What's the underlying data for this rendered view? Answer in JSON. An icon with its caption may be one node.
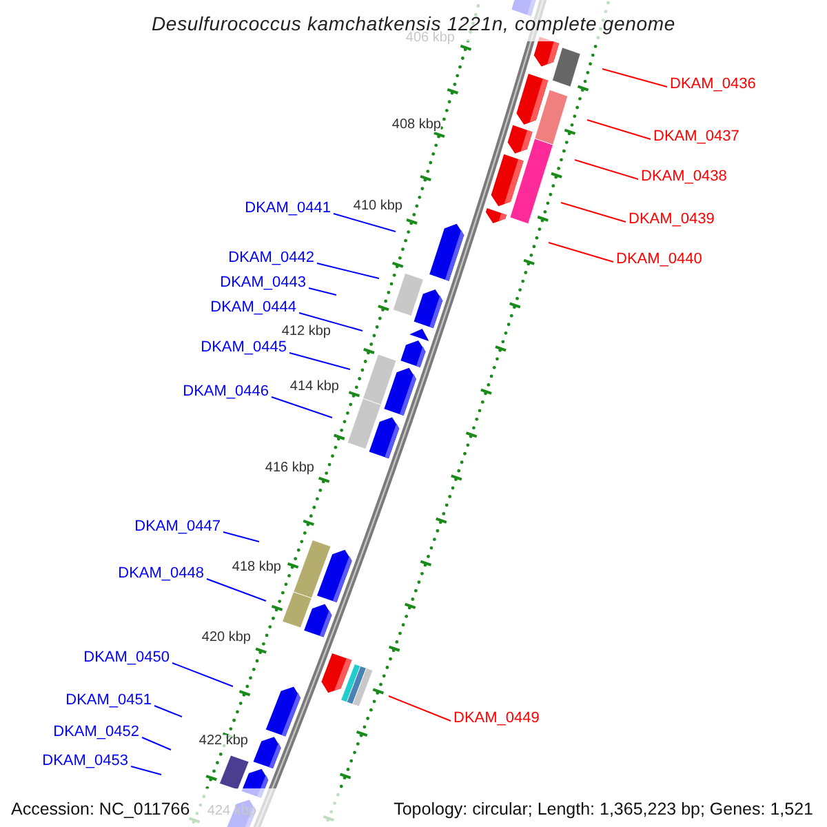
{
  "diagram": {
    "title": "Desulfurococcus kamchatkensis 1221n, complete genome",
    "nodes": [
      {
        "text": [
          "DKAM_0436"
        ]
      },
      {
        "text": [
          "DKAM_0437"
        ]
      },
      {
        "text": [
          "DKAM_0438"
        ]
      },
      {
        "text": [
          "DKAM_0439"
        ]
      },
      {
        "text": [
          "DKAM_0440"
        ]
      },
      {
        "text": [
          "DKAM_0441"
        ]
      },
      {
        "text": [
          "DKAM_0442"
        ]
      },
      {
        "text": [
          "DKAM_0443"
        ]
      },
      {
        "text": [
          "DKAM_0444"
        ]
      },
      {
        "text": [
          "DKAM_0445"
        ]
      },
      {
        "text": [
          "DKAM_0446"
        ]
      },
      {
        "text": [
          "DKAM_0447"
        ]
      },
      {
        "text": [
          "DKAM_0448"
        ]
      },
      {
        "text": [
          "DKAM_0449"
        ]
      },
      {
        "text": [
          "DKAM_0450"
        ]
      },
      {
        "text": [
          "DKAM_0451"
        ]
      },
      {
        "text": [
          "DKAM_0452"
        ]
      },
      {
        "text": [
          "DKAM_0453"
        ]
      }
    ],
    "edges": [
      {
        "from": 0,
        "to": null,
        "arrow": "none",
        "color": "#ff0000"
      },
      {
        "from": 1,
        "to": null,
        "arrow": "none",
        "color": "#ff0000"
      },
      {
        "from": 2,
        "to": null,
        "arrow": "none",
        "color": "#ff0000"
      },
      {
        "from": 3,
        "to": null,
        "arrow": "none",
        "color": "#ff0000"
      },
      {
        "from": 4,
        "to": null,
        "arrow": "none",
        "color": "#ff0000"
      },
      {
        "from": 5,
        "to": null,
        "arrow": "none"
      },
      {
        "from": 6,
        "to": null,
        "arrow": "none"
      },
      {
        "from": 7,
        "to": null,
        "arrow": "none"
      },
      {
        "from": 8,
        "to": null,
        "arrow": "none"
      },
      {
        "from": 9,
        "to": null,
        "arrow": "none"
      },
      {
        "from": 10,
        "to": null,
        "arrow": "none"
      },
      {
        "from": 11,
        "to": null,
        "arrow": "none"
      },
      {
        "from": 12,
        "to": null,
        "arrow": "none"
      },
      {
        "from": 13,
        "to": null,
        "arrow": "none",
        "color": "#ff0000"
      },
      {
        "from": 14,
        "to": null,
        "arrow": "none"
      },
      {
        "from": 15,
        "to": null,
        "arrow": "none"
      },
      {
        "from": 16,
        "to": null,
        "arrow": "none"
      },
      {
        "from": 17,
        "to": null,
        "arrow": "none"
      }
    ],
    "labels": [
      "406 kbp",
      "408 kbp",
      "410 kbp",
      "412 kbp",
      "414 kbp",
      "416 kbp",
      "418 kbp",
      "420 kbp",
      "422 kbp",
      "424 kbp",
      "Accession: NC_011766",
      "Topology: circular; Length: 1,365,223 bp; Genes: 1,521"
    ]
  }
}
